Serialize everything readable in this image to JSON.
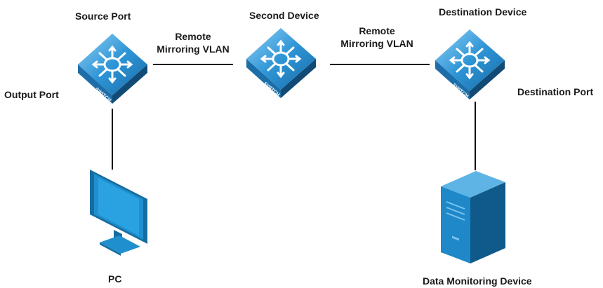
{
  "labels": {
    "source_port": "Source Port",
    "output_port": "Output Port",
    "second_device": "Second Device",
    "destination_device": "Destination Device",
    "destination_port": "Destination Port",
    "link1_line1": "Remote",
    "link1_line2": "Mirroring VLAN",
    "link2_line1": "Remote",
    "link2_line2": "Mirroring VLAN",
    "pc": "PC",
    "data_monitoring_device": "Data Monitoring Device"
  },
  "switch_text": "SWITCH",
  "colors": {
    "switch_top": "#2a8fd0",
    "switch_top_light": "#7cc4ee",
    "switch_side_left": "#1d6ea8",
    "switch_side_right": "#134f7c",
    "switch_symbol": "#ffffff",
    "monitor": "#1f8fce",
    "monitor_dark": "#156d9f",
    "server_front": "#1e88c8",
    "server_side": "#0f5a8a",
    "server_top": "#5fb4e6",
    "line": "#111111"
  },
  "icons": {
    "switch": "switch-icon",
    "pc": "monitor-icon",
    "server": "server-icon"
  }
}
